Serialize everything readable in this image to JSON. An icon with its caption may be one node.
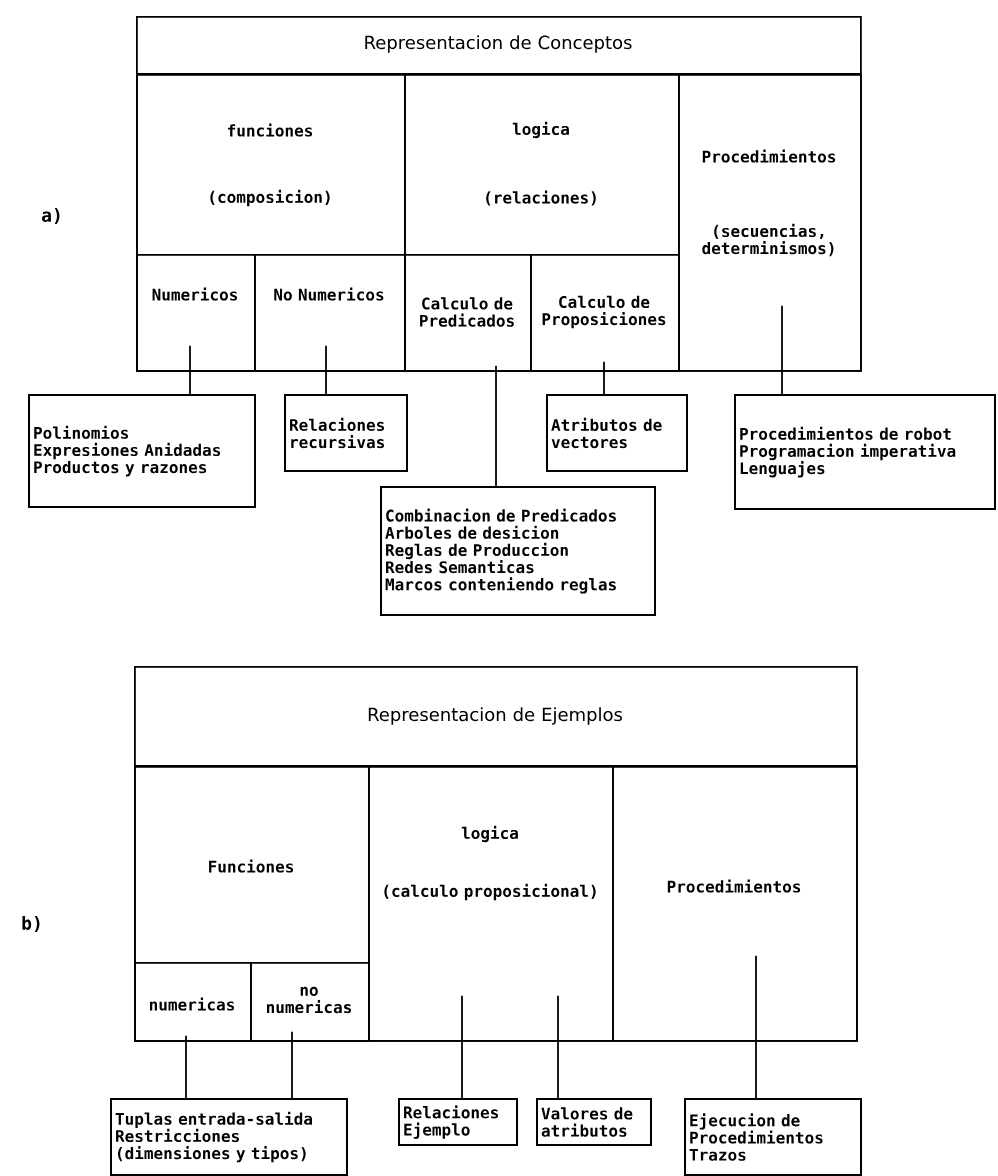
{
  "diagram": {
    "nodes": [
      {
        "text": [
          "Representacion de Conceptos"
        ]
      },
      {
        "text": [
          "funciones",
          "(composicion)"
        ],
        "in": 0
      },
      {
        "text": [
          "Numericos"
        ],
        "in": 1
      },
      {
        "text": [
          "No Numericos"
        ],
        "in": 1
      },
      {
        "text": [
          "logica",
          "(relaciones)"
        ],
        "in": 0
      },
      {
        "text": [
          "Calculo de Predicados"
        ],
        "in": 4
      },
      {
        "text": [
          "Calculo de Proposiciones"
        ],
        "in": 4
      },
      {
        "text": [
          "Procedimientos",
          "(secuencias, determinismos)"
        ],
        "in": 0
      },
      {
        "text": [
          "Polinomios",
          "Expresiones Anidadas",
          "Productos y razones"
        ]
      },
      {
        "text": [
          "Relaciones recursivas"
        ]
      },
      {
        "text": [
          "Combinacion de Predicados",
          "Arboles de desicion",
          "Reglas de Produccion",
          "Redes Semanticas",
          "Marcos conteniendo reglas"
        ]
      },
      {
        "text": [
          "Atributos de vectores"
        ]
      },
      {
        "text": [
          "Procedimientos de robot",
          "Programacion imperativa",
          "Lenguajes"
        ]
      },
      {
        "text": [
          "Representacion de Ejemplos"
        ]
      },
      {
        "text": [
          "Funciones"
        ],
        "in": 13
      },
      {
        "text": [
          "numericas"
        ],
        "in": 14
      },
      {
        "text": [
          "no numericas"
        ],
        "in": 14
      },
      {
        "text": [
          "logica",
          "(calculo proposicional)"
        ],
        "in": 13
      },
      {
        "text": [
          "Procedimientos"
        ],
        "in": 13
      },
      {
        "text": [
          "Tuplas entrada-salida",
          "Restricciones (dimensiones y tipos)"
        ]
      },
      {
        "text": [
          "Relaciones",
          "Ejemplo"
        ]
      },
      {
        "text": [
          "Valores de atributos"
        ]
      },
      {
        "text": [
          "Ejecucion de Procedimientos",
          "Trazos"
        ]
      }
    ],
    "edges": [
      {
        "from": 2,
        "to": 8,
        "arrow": "none"
      },
      {
        "from": 3,
        "to": 9,
        "arrow": "none"
      },
      {
        "from": 5,
        "to": 10,
        "arrow": "none"
      },
      {
        "from": 6,
        "to": 11,
        "arrow": "none"
      },
      {
        "from": 7,
        "to": 12,
        "arrow": "none"
      },
      {
        "from": 15,
        "to": 19,
        "arrow": "none"
      },
      {
        "from": 16,
        "to": 19,
        "arrow": "none"
      },
      {
        "from": 17,
        "to": 20,
        "arrow": "none"
      },
      {
        "from": 17,
        "to": 21,
        "arrow": "none"
      },
      {
        "from": 18,
        "to": 22,
        "arrow": "none"
      }
    ],
    "labels": [
      "a)",
      "b)"
    ]
  }
}
